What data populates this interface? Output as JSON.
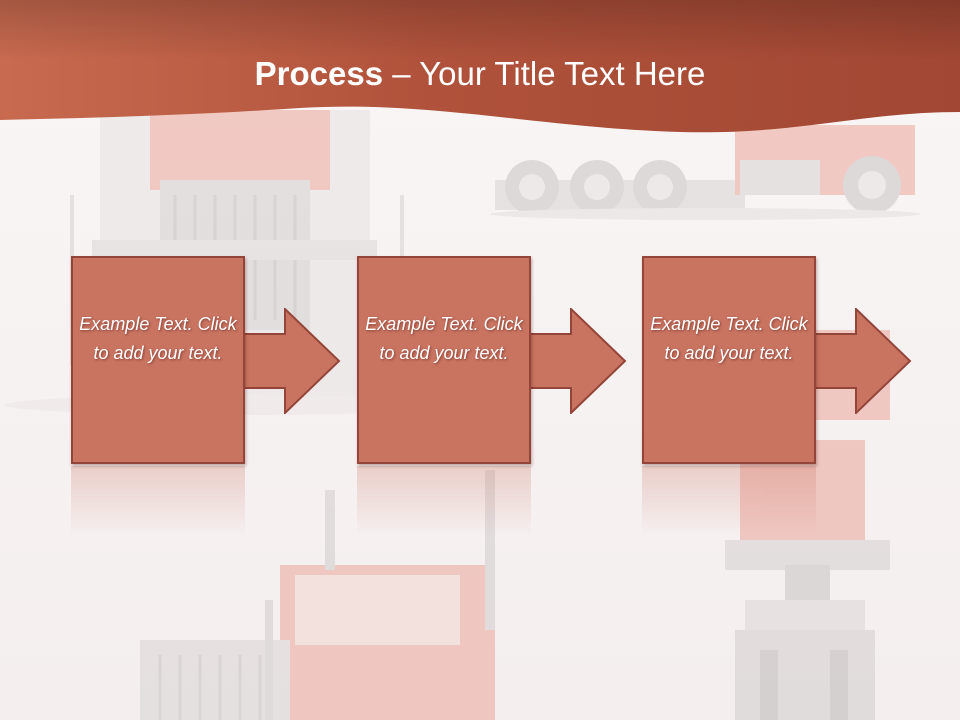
{
  "slide": {
    "title_bold": "Process",
    "title_rest": " – Your Title Text Here",
    "steps": [
      {
        "text": "Example Text. Click  to add your text."
      },
      {
        "text": "Example Text. Click  to add your text."
      },
      {
        "text": "Example Text. Click  to add your text."
      }
    ]
  },
  "icons": [
    "truck-front-image",
    "truck-side-image",
    "truck-angle-image",
    "truck-top-image",
    "arrow-right-icon"
  ],
  "colors": {
    "header": "#b9553c",
    "box_fill": "#c97361",
    "box_border": "#94453a",
    "background": "#f7f3f3"
  }
}
